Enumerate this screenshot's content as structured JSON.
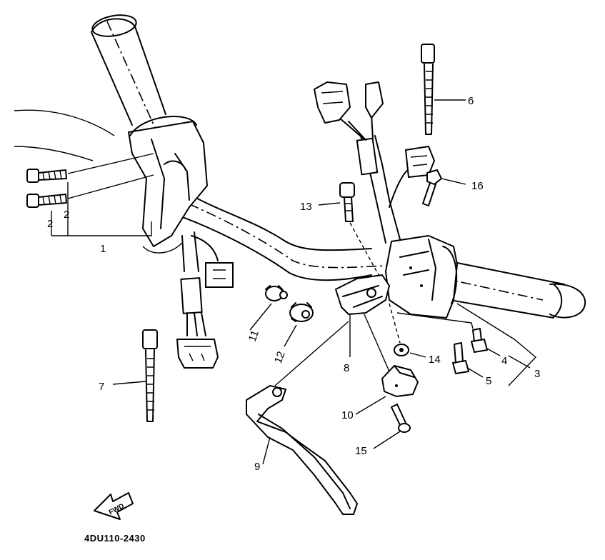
{
  "diagram": {
    "part_code": "4DU110-2430",
    "find_tag": "FWD",
    "callouts": [
      {
        "id": "c1",
        "label": "1"
      },
      {
        "id": "c2a",
        "label": "2"
      },
      {
        "id": "c2b",
        "label": "2"
      },
      {
        "id": "c3",
        "label": "3"
      },
      {
        "id": "c4",
        "label": "4"
      },
      {
        "id": "c5",
        "label": "5"
      },
      {
        "id": "c6",
        "label": "6"
      },
      {
        "id": "c7",
        "label": "7"
      },
      {
        "id": "c8",
        "label": "8"
      },
      {
        "id": "c9",
        "label": "9"
      },
      {
        "id": "c10",
        "label": "10"
      },
      {
        "id": "c11",
        "label": "11"
      },
      {
        "id": "c12",
        "label": "12"
      },
      {
        "id": "c13",
        "label": "13"
      },
      {
        "id": "c14",
        "label": "14"
      },
      {
        "id": "c15",
        "label": "15"
      },
      {
        "id": "c16",
        "label": "16"
      }
    ]
  }
}
